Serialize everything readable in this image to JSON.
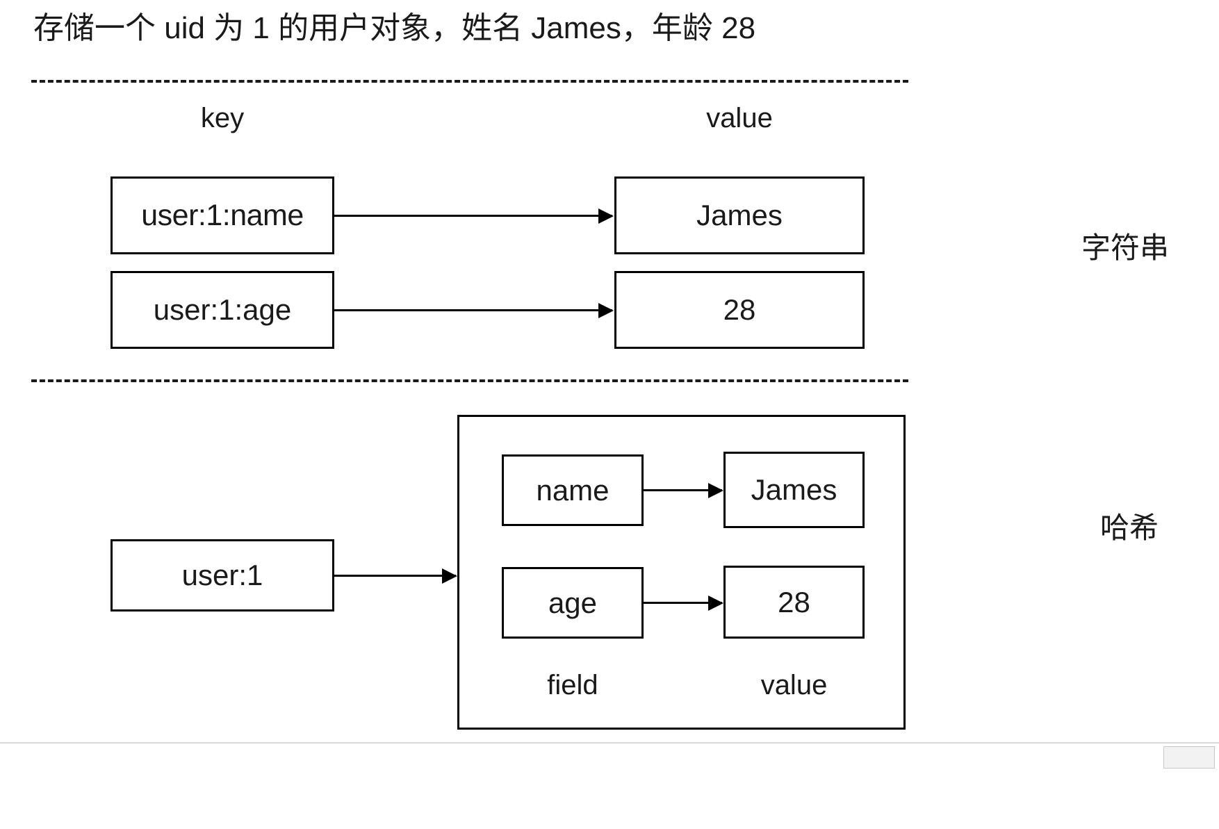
{
  "title": "存储一个 uid 为 1 的用户对象，姓名 James，年龄 28",
  "columns": {
    "key": "key",
    "value": "value"
  },
  "sections": [
    {
      "id": "string-section",
      "type_label": "字符串",
      "rows": [
        {
          "key": "user:1:name",
          "value": "James"
        },
        {
          "key": "user:1:age",
          "value": "28"
        }
      ]
    },
    {
      "id": "hash-section",
      "type_label": "哈希",
      "hash_key": "user:1",
      "inner_captions": {
        "field": "field",
        "value": "value"
      },
      "entries": [
        {
          "field": "name",
          "value": "James"
        },
        {
          "field": "age",
          "value": "28"
        }
      ]
    }
  ],
  "colors": {
    "stroke": "#000000",
    "text": "#1a1a1a",
    "background": "#ffffff",
    "divider": "#1a1a1a"
  }
}
